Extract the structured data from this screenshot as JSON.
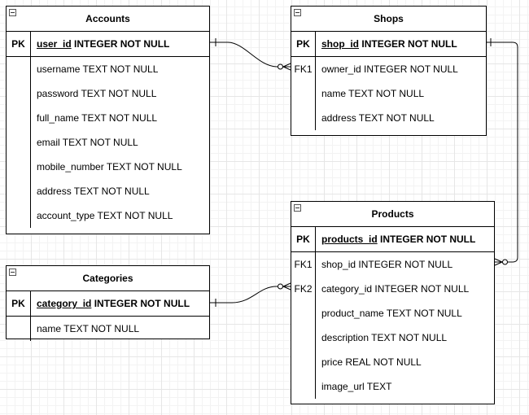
{
  "entities": {
    "accounts": {
      "title": "Accounts",
      "pk": {
        "key": "PK",
        "name": "user_id",
        "type": "INTEGER NOT NULL"
      },
      "fields": [
        {
          "key": "",
          "text": "username TEXT NOT NULL"
        },
        {
          "key": "",
          "text": "password TEXT NOT NULL"
        },
        {
          "key": "",
          "text": "full_name TEXT NOT NULL"
        },
        {
          "key": "",
          "text": "email TEXT NOT NULL"
        },
        {
          "key": "",
          "text": "mobile_number TEXT NOT NULL"
        },
        {
          "key": "",
          "text": "address TEXT NOT NULL"
        },
        {
          "key": "",
          "text": "account_type TEXT NOT NULL"
        }
      ]
    },
    "shops": {
      "title": "Shops",
      "pk": {
        "key": "PK",
        "name": "shop_id",
        "type": "INTEGER NOT NULL"
      },
      "fields": [
        {
          "key": "FK1",
          "text": "owner_id INTEGER NOT NULL"
        },
        {
          "key": "",
          "text": "name TEXT NOT NULL"
        },
        {
          "key": "",
          "text": "address TEXT NOT NULL"
        }
      ]
    },
    "categories": {
      "title": "Categories",
      "pk": {
        "key": "PK",
        "name": "category_id",
        "type": "INTEGER NOT NULL"
      },
      "fields": [
        {
          "key": "",
          "text": "name TEXT NOT NULL"
        }
      ]
    },
    "products": {
      "title": "Products",
      "pk": {
        "key": "PK",
        "name": "products_id",
        "type": "INTEGER NOT NULL"
      },
      "fields": [
        {
          "key": "FK1",
          "text": "shop_id INTEGER NOT NULL"
        },
        {
          "key": "FK2",
          "text": "category_id INTEGER NOT NULL"
        },
        {
          "key": "",
          "text": "product_name TEXT NOT NULL"
        },
        {
          "key": "",
          "text": "description TEXT NOT NULL"
        },
        {
          "key": "",
          "text": "price REAL NOT NULL"
        },
        {
          "key": "",
          "text": "image_url TEXT"
        }
      ]
    }
  },
  "relationships": [
    {
      "from": "accounts.user_id",
      "to": "shops.owner_id",
      "from_end": "one",
      "to_end": "zero-or-many"
    },
    {
      "from": "shops.shop_id",
      "to": "products.shop_id",
      "from_end": "one",
      "to_end": "zero-or-many"
    },
    {
      "from": "categories.category_id",
      "to": "products.category_id",
      "from_end": "one",
      "to_end": "zero-or-many"
    }
  ]
}
